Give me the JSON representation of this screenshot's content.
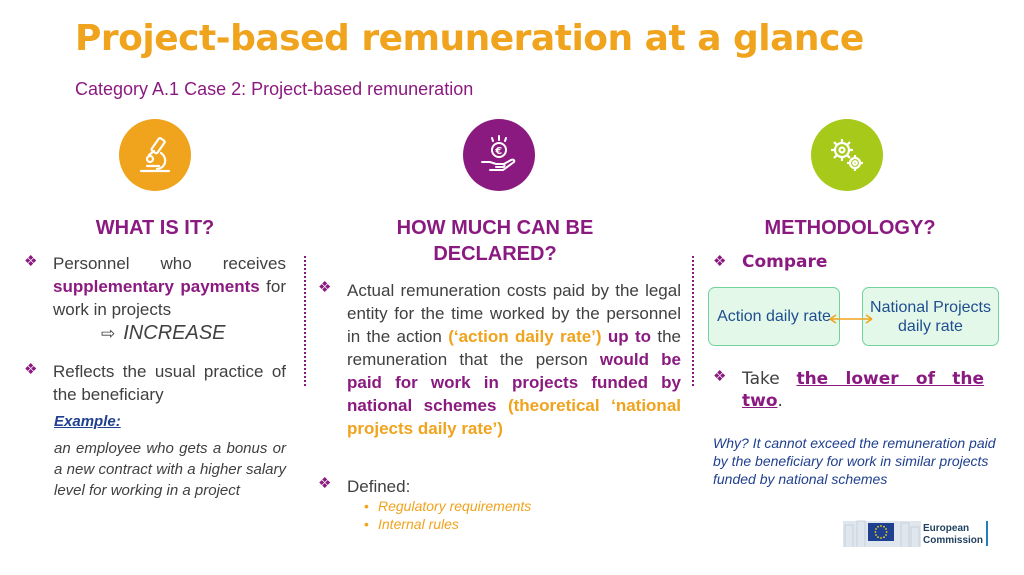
{
  "title": "Project-based remuneration at a glance",
  "subtitle": "Category A.1 Case 2: Project-based remuneration",
  "col1": {
    "heading": "WHAT IS IT?",
    "b1_pre": "Personnel who receives",
    "b1_bold": "supplementary payments",
    "b1_post": "for work in projects",
    "increase_arrow": "⇨",
    "increase": "INCREASE",
    "b2": "Reflects the usual practice of the beneficiary",
    "example_label": "Example:",
    "example_text": "an employee who gets a bonus or a new contract with a higher salary level for working in a project"
  },
  "col2": {
    "heading": "HOW MUCH CAN BE DECLARED?",
    "t1": "Actual remuneration costs paid by the legal entity for the time worked by the personnel in the action",
    "t2": "(‘action daily rate’)",
    "t3": "up to",
    "t4": "the remuneration that the person",
    "t5": "would be paid for work in projects funded by national schemes",
    "t6": "(theoretical ‘national projects daily rate’)",
    "defined": "Defined:",
    "sub1": "Regulatory requirements",
    "sub2": "Internal rules"
  },
  "col3": {
    "heading": "METHODOLOGY?",
    "compare": "Compare",
    "box1": "Action daily rate",
    "box2": "National Projects daily rate",
    "take_pre": "Take",
    "take_bold": "the lower of the two",
    "take_post": ".",
    "why": "Why? It cannot exceed the remuneration paid by the beneficiary for work in similar projects funded by national schemes"
  },
  "logo": {
    "line1": "European",
    "line2": "Commission"
  },
  "icons": [
    "microscope-icon",
    "euro-hand-icon",
    "gears-icon",
    "diamond-bullet-icon",
    "eu-flag-icon"
  ],
  "colors": {
    "orange": "#f0a31c",
    "purple": "#8b1a80",
    "green": "#a7c91a",
    "blue": "#1f3f8f"
  }
}
